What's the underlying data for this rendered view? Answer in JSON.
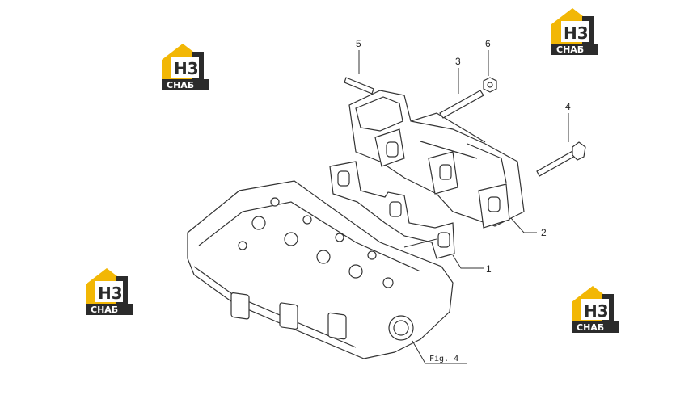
{
  "figure_label": "Fig. 4",
  "callouts": [
    "1",
    "2",
    "3",
    "4",
    "5",
    "6"
  ],
  "watermark": {
    "mark": "H3",
    "word": "СНАБ",
    "colors": {
      "roof": "#f2b705",
      "dark": "#2b2b2b",
      "light": "#ffffff"
    }
  },
  "drawing": {
    "line_color": "#333333",
    "background": "#ffffff"
  }
}
